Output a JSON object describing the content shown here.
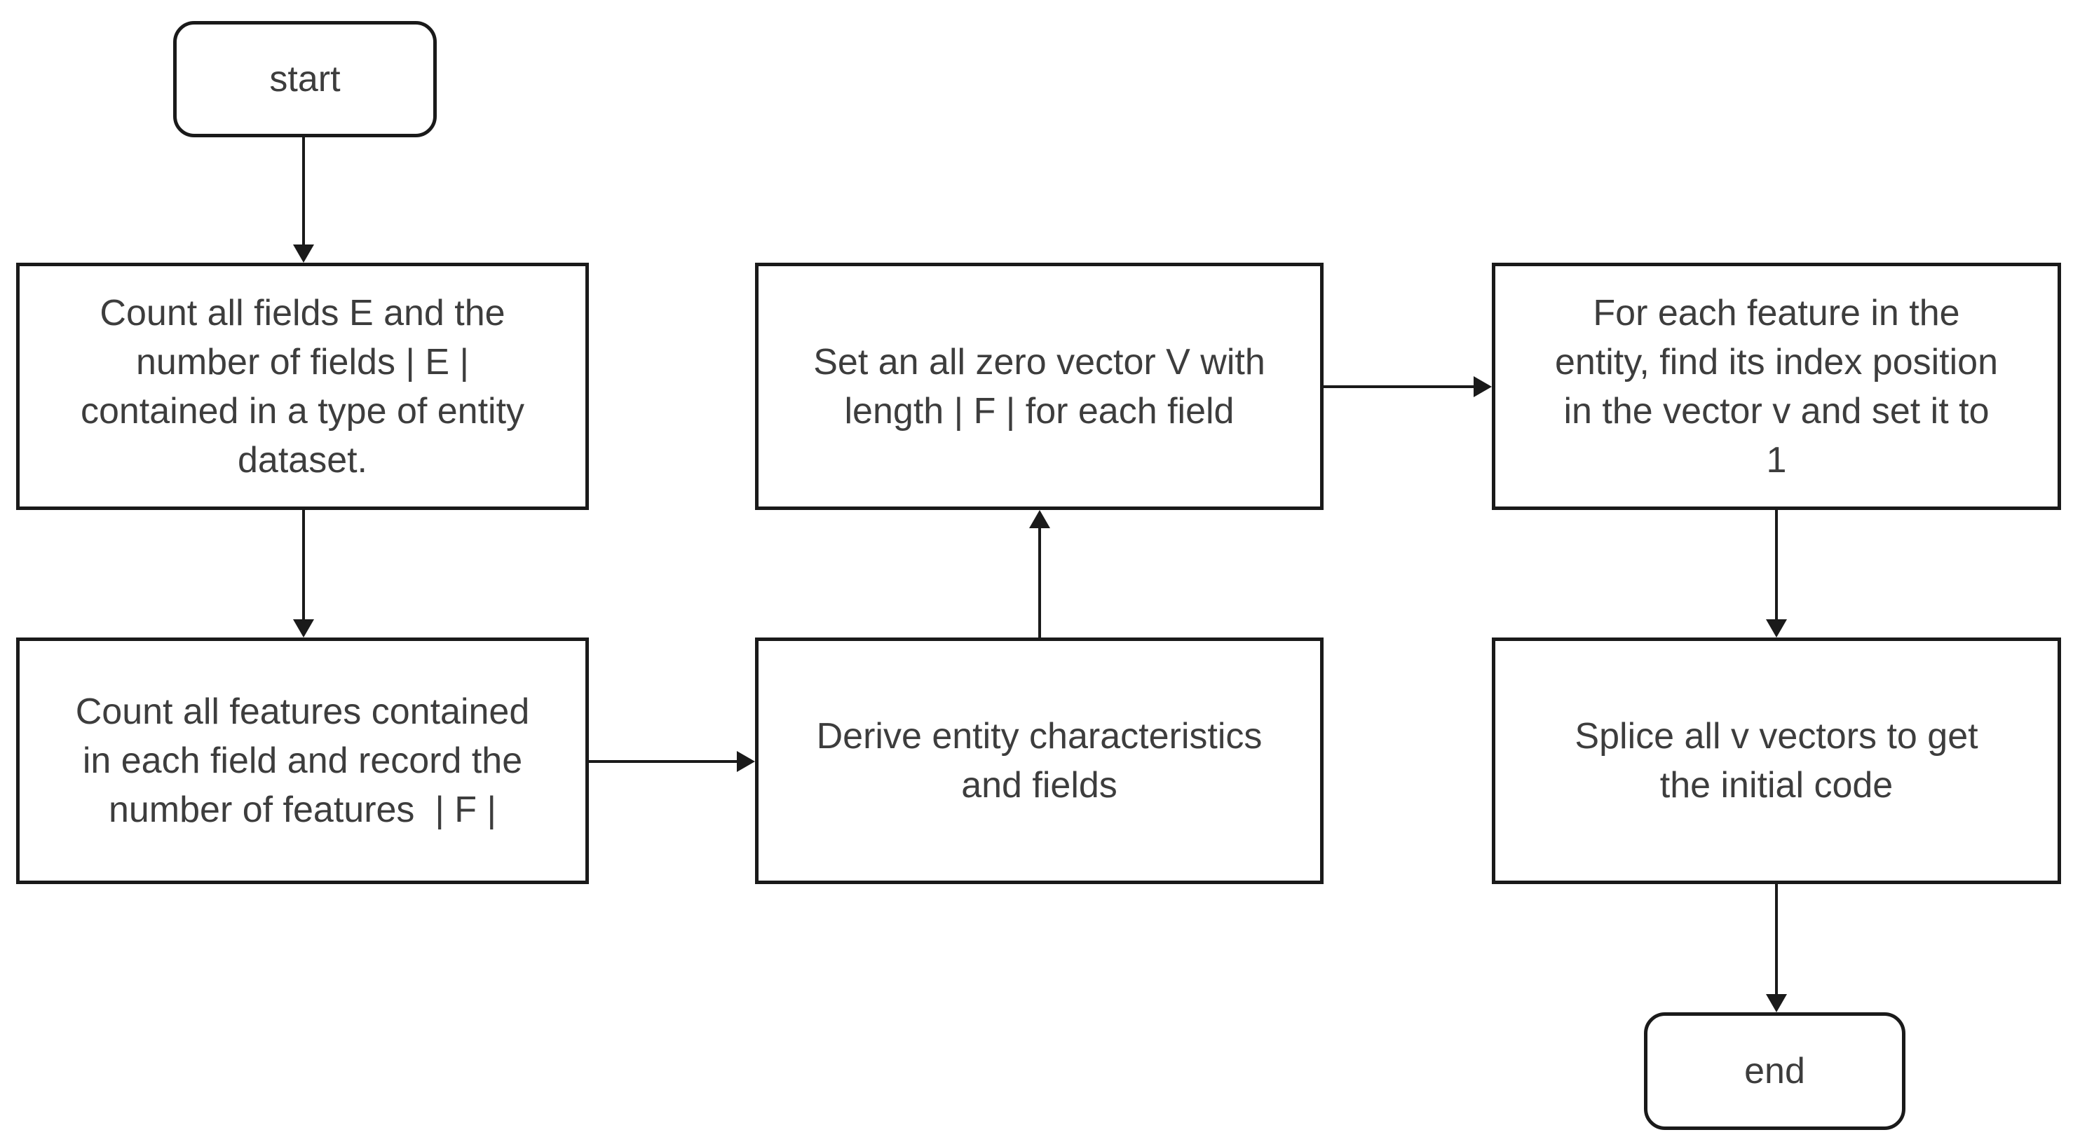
{
  "diagram": {
    "background_color": "#ffffff",
    "line_color": "#1a1a1a",
    "text_color": "#3d3d3d",
    "nodes": {
      "start": {
        "shape": "rounded-terminator",
        "label": "start"
      },
      "count_fields": {
        "shape": "process-rect",
        "lines": [
          "Count all fields E and the",
          "number of fields | E |",
          "contained in a type of entity",
          "dataset."
        ]
      },
      "count_features": {
        "shape": "process-rect",
        "lines": [
          "Count all features contained",
          "in each field and record the",
          "number of features  | F |"
        ]
      },
      "derive_entity": {
        "shape": "process-rect",
        "lines": [
          "Derive entity characteristics",
          "and fields"
        ]
      },
      "zero_vector": {
        "shape": "process-rect",
        "lines": [
          "Set an all zero vector V with",
          "length | F | for each field"
        ]
      },
      "index_position": {
        "shape": "process-rect",
        "lines": [
          "For each feature in the",
          "entity, find its index position",
          "in the vector v and set it to",
          "1"
        ]
      },
      "splice_vectors": {
        "shape": "process-rect",
        "lines": [
          "Splice all v vectors to get",
          "the initial code"
        ]
      },
      "end": {
        "shape": "rounded-terminator",
        "label": "end"
      }
    },
    "edges": [
      {
        "from": "start",
        "to": "count_fields",
        "direction": "down"
      },
      {
        "from": "count_fields",
        "to": "count_features",
        "direction": "down"
      },
      {
        "from": "count_features",
        "to": "derive_entity",
        "direction": "right"
      },
      {
        "from": "derive_entity",
        "to": "zero_vector",
        "direction": "up"
      },
      {
        "from": "zero_vector",
        "to": "index_position",
        "direction": "right"
      },
      {
        "from": "index_position",
        "to": "splice_vectors",
        "direction": "down"
      },
      {
        "from": "splice_vectors",
        "to": "end",
        "direction": "down"
      }
    ]
  }
}
